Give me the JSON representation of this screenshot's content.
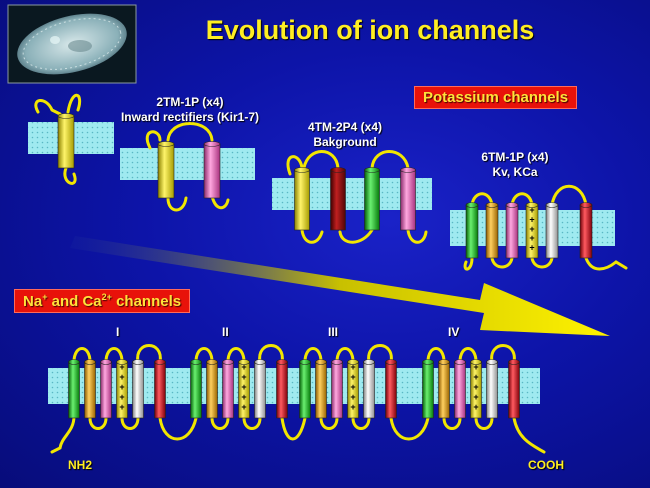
{
  "title": "Evolution of ion channels",
  "potassium_label": "Potassium channels",
  "na_ca_label": {
    "prefix": "Na",
    "sup1": "+",
    "mid": " and Ca",
    "sup2": "2+",
    "suffix": " channels"
  },
  "groups": [
    {
      "line1": "2TM-1P (x4)",
      "line2": "Inward rectifiers (Kir1-7)"
    },
    {
      "line1": "4TM-2P4 (x4)",
      "line2": "Bakground"
    },
    {
      "line1": "6TM-1P (x4)",
      "line2": "Kv, KCa"
    }
  ],
  "domains": [
    "I",
    "II",
    "III",
    "IV"
  ],
  "termini": {
    "n": "NH2",
    "c": "COOH"
  },
  "colors": {
    "membrane": "#9feaf0",
    "yellow": "#f2e600",
    "pink": "#e868b8",
    "darkred": "#8b0a0a",
    "green": "#12c01a",
    "orange": "#f0a000",
    "gray": "#d8d8d8",
    "red": "#e0101a",
    "loop": "#f2e600"
  },
  "icons": {
    "cell": "paramecium-image",
    "arrow": "evolution-arrow"
  }
}
